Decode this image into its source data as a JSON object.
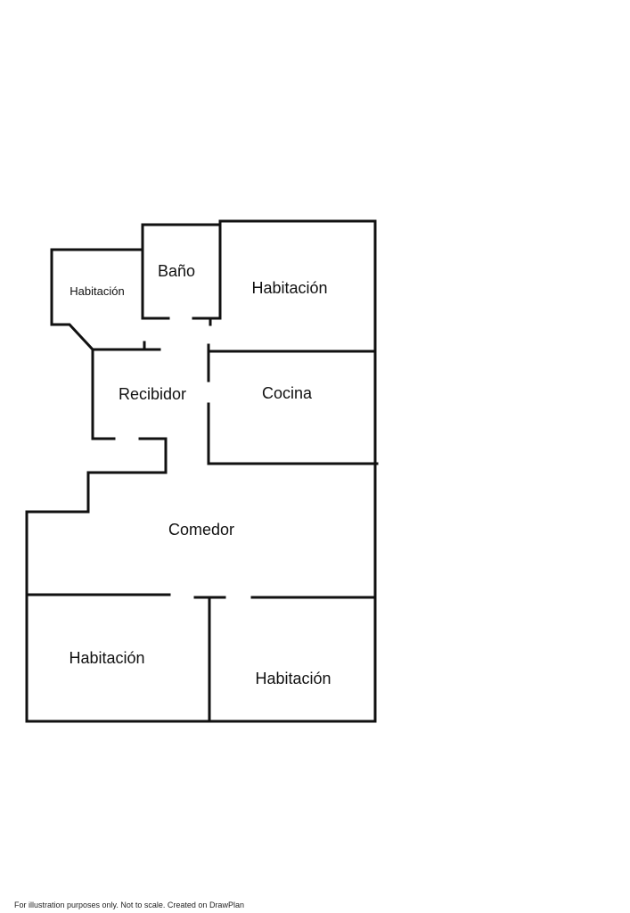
{
  "rooms": {
    "habitacion_small": "Habitación",
    "bano": "Baño",
    "habitacion_top_right": "Habitación",
    "recibidor": "Recibidor",
    "cocina": "Cocina",
    "comedor": "Comedor",
    "habitacion_bottom_left": "Habitación",
    "habitacion_bottom_right": "Habitación"
  },
  "footer": "For illustration purposes only. Not to scale. Created on DrawPlan",
  "colors": {
    "wall": "#111111",
    "background": "#ffffff"
  }
}
